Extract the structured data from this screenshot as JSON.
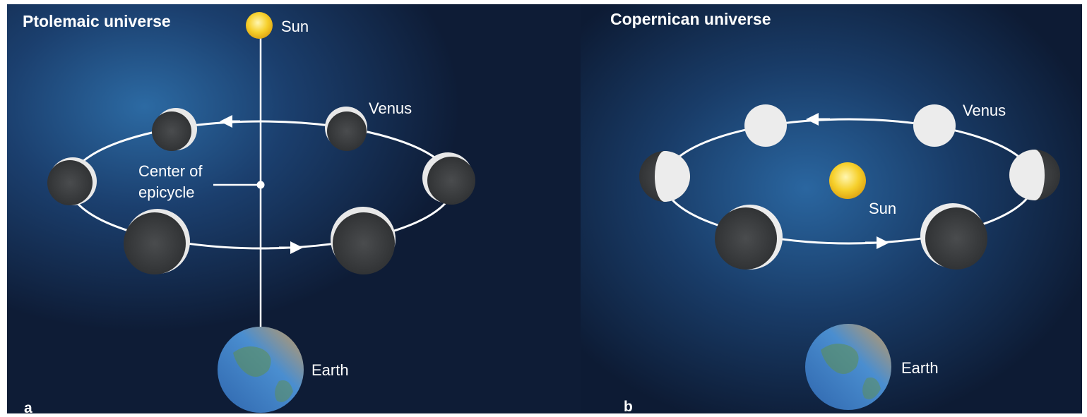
{
  "panels": {
    "a": {
      "title": "Ptolemaic universe",
      "letter": "a",
      "sun_label": "Sun",
      "venus_label": "Venus",
      "center_label_line1": "Center of",
      "center_label_line2": "epicycle",
      "earth_label": "Earth"
    },
    "b": {
      "title": "Copernican universe",
      "letter": "b",
      "sun_label": "Sun",
      "venus_label": "Venus",
      "earth_label": "Earth"
    }
  },
  "colors": {
    "sky_dark": "#0f1f3a",
    "sky_mid": "#1e4a78",
    "sun": "#f6d02c",
    "venus_dark": "#3b3d3f",
    "venus_lit": "#ececec",
    "orbit": "#ffffff",
    "earth_ocean": "#3d7cc4",
    "earth_land": "#c79a5a"
  },
  "icons": {
    "sun": "sun-icon",
    "earth": "earth-icon",
    "venus": "venus-phase-icon"
  }
}
